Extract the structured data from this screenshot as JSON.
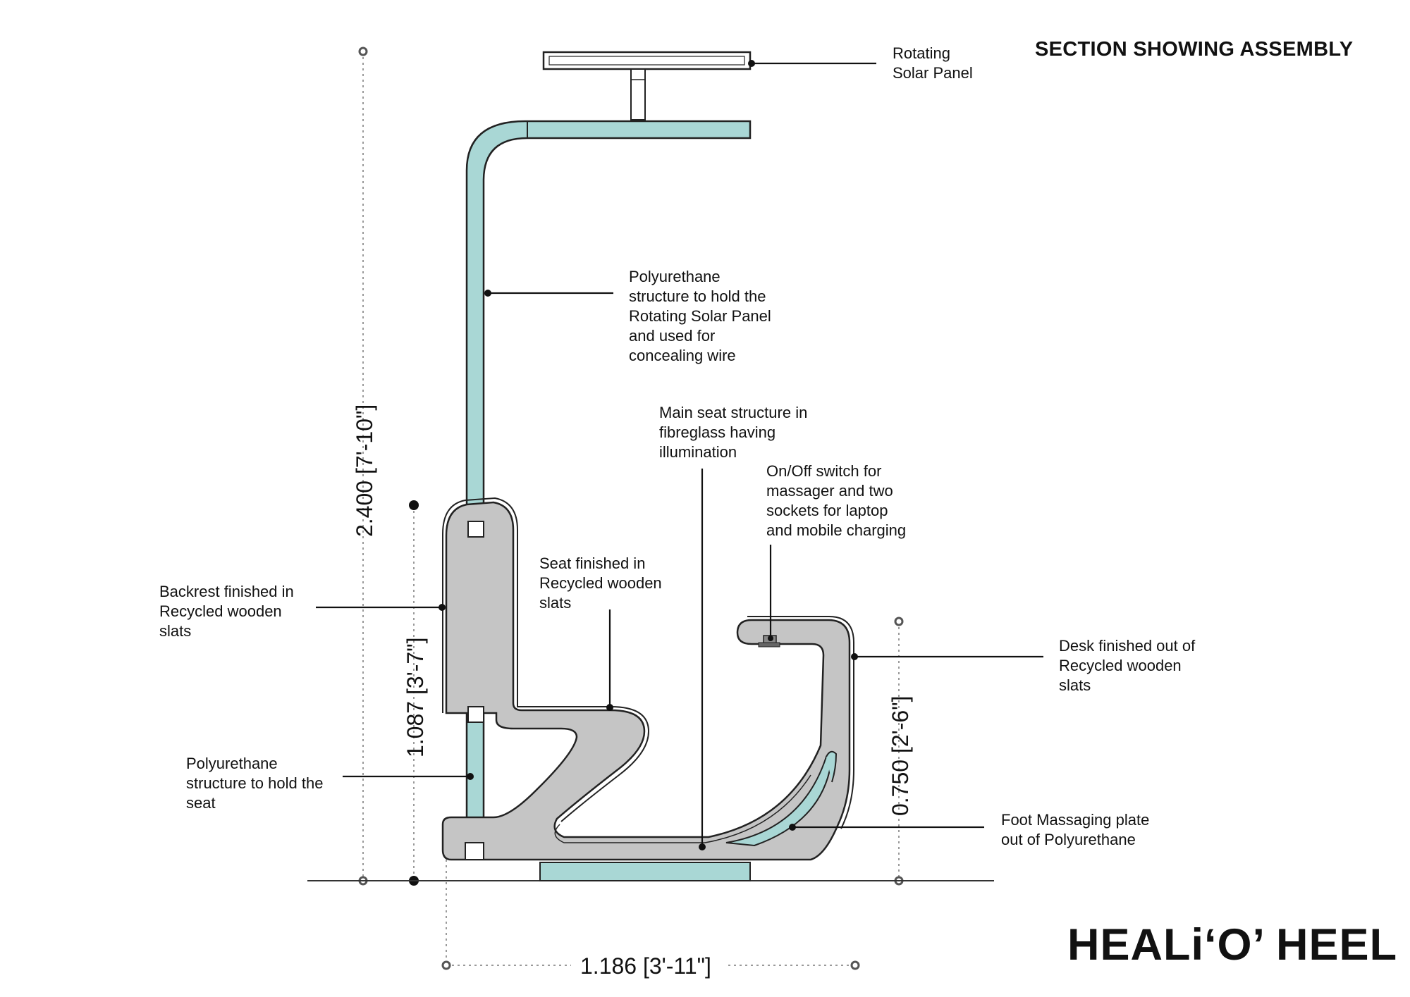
{
  "heading": "SECTION SHOWING ASSEMBLY",
  "product_name": "HEALi‘O’ HEEL",
  "colors": {
    "structure": "#a9d7d5",
    "fibreglass": "#c5c5c5",
    "outline": "#222222",
    "dimension": "#9a9a9a"
  },
  "dimensions": {
    "overall_height": "2.400 [7'-10\"]",
    "seat_height": "1.087 [3'-7\"]",
    "desk_height": "0.750 [2'-6\"]",
    "overall_width": "1.186 [3'-11\"]"
  },
  "callouts": {
    "solar_panel": [
      "Rotating",
      "Solar Panel"
    ],
    "pole": [
      "Polyurethane",
      "structure to hold the",
      "Rotating Solar Panel",
      "and used for",
      "concealing wire"
    ],
    "main_seat": [
      "Main seat structure in",
      "fibreglass having",
      "illumination"
    ],
    "switch": [
      "On/Off switch for",
      "massager and two",
      "sockets for laptop",
      "and mobile charging"
    ],
    "seat_slats": [
      "Seat finished in",
      "Recycled wooden",
      "slats"
    ],
    "backrest": [
      "Backrest finished in",
      "Recycled wooden",
      "slats"
    ],
    "desk": [
      "Desk finished out of",
      "Recycled wooden",
      "slats"
    ],
    "seat_support": [
      "Polyurethane",
      "structure to hold the",
      "seat"
    ],
    "foot_plate": [
      "Foot Massaging plate",
      "out of Polyurethane"
    ]
  }
}
